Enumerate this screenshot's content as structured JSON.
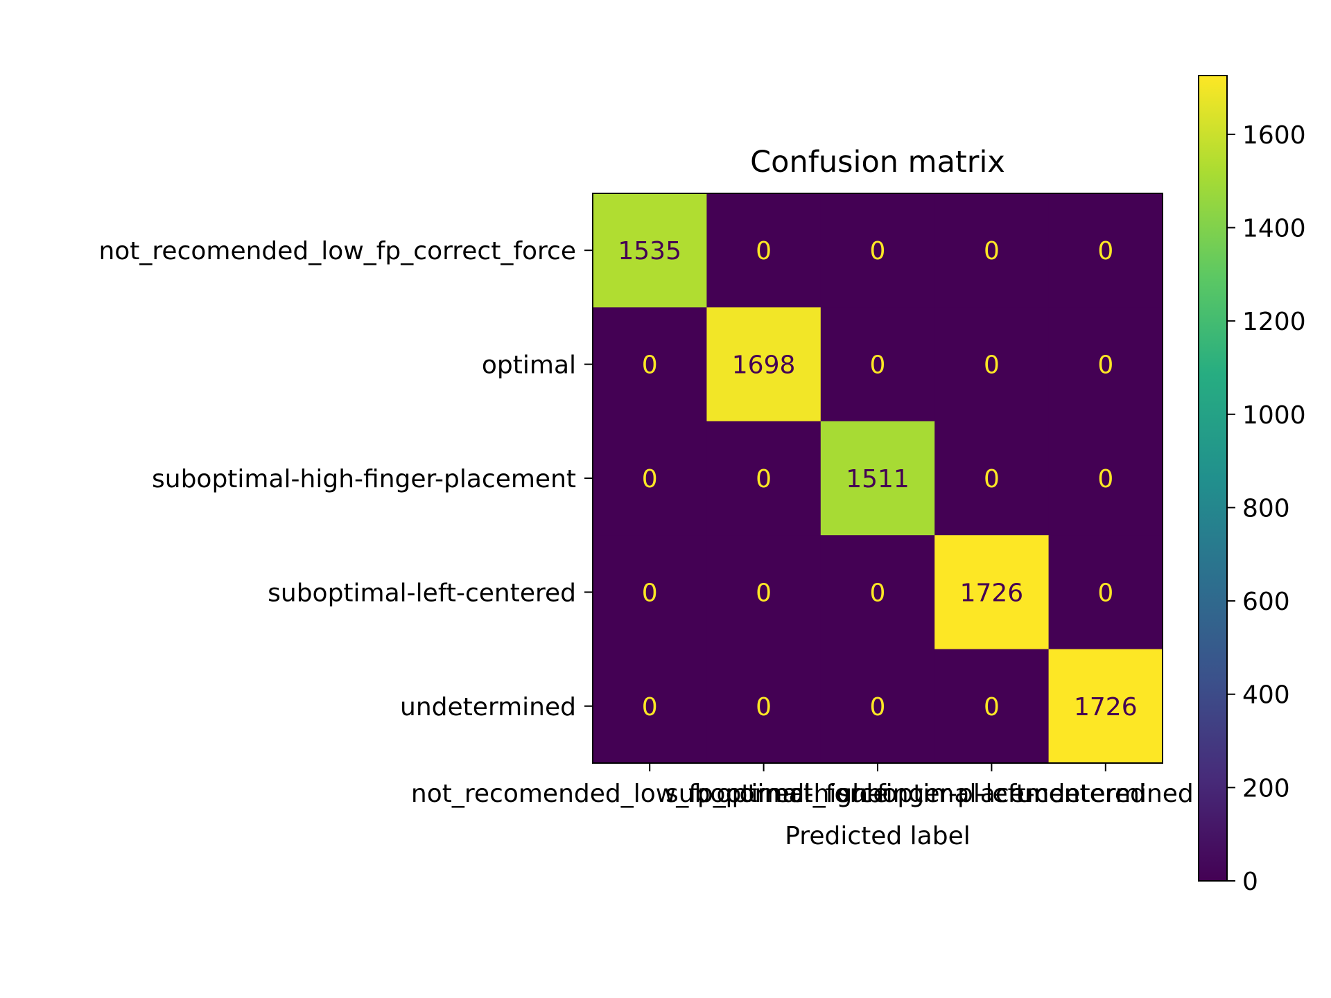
{
  "chart_data": {
    "type": "heatmap",
    "title": "Confusion matrix",
    "xlabel": "Predicted label",
    "ylabel": "",
    "row_labels": [
      "not_recomended_low_fp_correct_force",
      "optimal",
      "suboptimal-high-finger-placement",
      "suboptimal-left-centered",
      "undetermined"
    ],
    "col_labels": [
      "not_recomended_low_fp_correct_force",
      "optimal",
      "suboptimal-high-finger-placement",
      "suboptimal-left-centered",
      "undetermined"
    ],
    "values": [
      [
        1535,
        0,
        0,
        0,
        0
      ],
      [
        0,
        1698,
        0,
        0,
        0
      ],
      [
        0,
        0,
        1511,
        0,
        0
      ],
      [
        0,
        0,
        0,
        1726,
        0
      ],
      [
        0,
        0,
        0,
        0,
        1726
      ]
    ],
    "colormap": "viridis",
    "vmin": 0,
    "vmax": 1726,
    "colorbar_ticks": [
      0,
      200,
      400,
      600,
      800,
      1000,
      1200,
      1400,
      1600
    ],
    "colors": {
      "low_cell_text": "#fde725",
      "high_cell_text": "#440154"
    }
  }
}
